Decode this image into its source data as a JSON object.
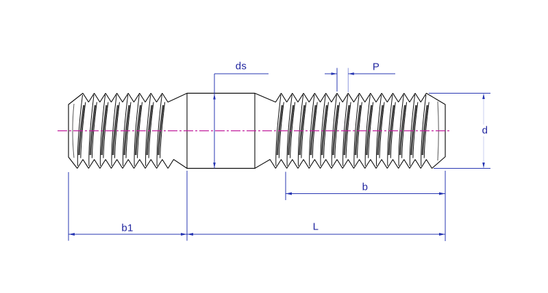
{
  "drawing": {
    "title": "threaded-stud-side-view",
    "background": "#ffffff",
    "colors": {
      "outline": "#0a0a0a",
      "dimension_line": "#2635b2",
      "dimension_light": "#8d97de",
      "dimension_extra_light": "#c9cff1",
      "label_text": "#20259f",
      "centerline": "#c01a9c",
      "cone_line": "#555555",
      "shading": "#1a1a1a"
    },
    "dimensions": {
      "shank_diameter": {
        "label": "ds"
      },
      "thread_pitch": {
        "label": "P"
      },
      "thread_diameter": {
        "label": "d"
      },
      "thread_length_b": {
        "label": "b"
      },
      "thread_length_b1": {
        "label": "b1"
      },
      "overall_length": {
        "label": "L"
      }
    }
  }
}
